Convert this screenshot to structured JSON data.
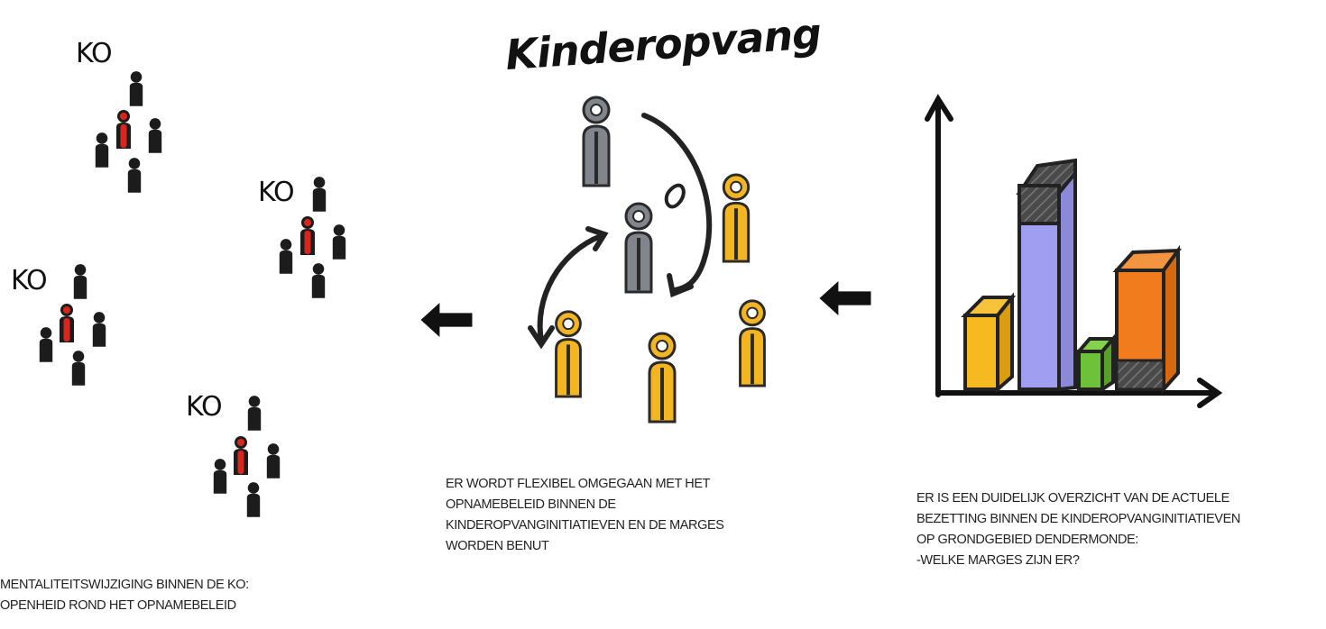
{
  "title": "Kinderopvang",
  "ko_labels": [
    "KO",
    "KO",
    "KO",
    "KO"
  ],
  "captions": {
    "left": [
      "MENTALITEITSWIJZIGING BINNEN DE KO:",
      "OPENHEID ROND HET OPNAMEBELEID"
    ],
    "middle": [
      "ER WORDT FLEXIBEL OMGEGAAN MET HET",
      "OPNAMEBELEID BINNEN DE",
      "KINDEROPVANGINITIATIEVEN EN DE MARGES",
      "WORDEN BENUT"
    ],
    "right": [
      "ER IS EEN DUIDELIJK OVERZICHT VAN DE ACTUELE",
      "BEZETTING BINNEN DE KINDEROPVANGINITIATIEVEN",
      "OP GRONDGEBIED DENDERMONDE:",
      "-WELKE MARGES ZIJN ER?"
    ]
  },
  "colors": {
    "person_dark": "#1c1c1c",
    "person_red": "#d8261f",
    "person_grey": "#7f858a",
    "person_yellow": "#f3b521",
    "bar_yellow": "#f6b91f",
    "bar_lavender": "#9f9ef0",
    "bar_green": "#6ec23a",
    "bar_orange": "#f07c1e",
    "bar_dark": "#4a4a4a"
  },
  "icons": [
    "arrow-left-icon",
    "curved-arrow-icon",
    "person-icon",
    "bar-chart-icon"
  ]
}
